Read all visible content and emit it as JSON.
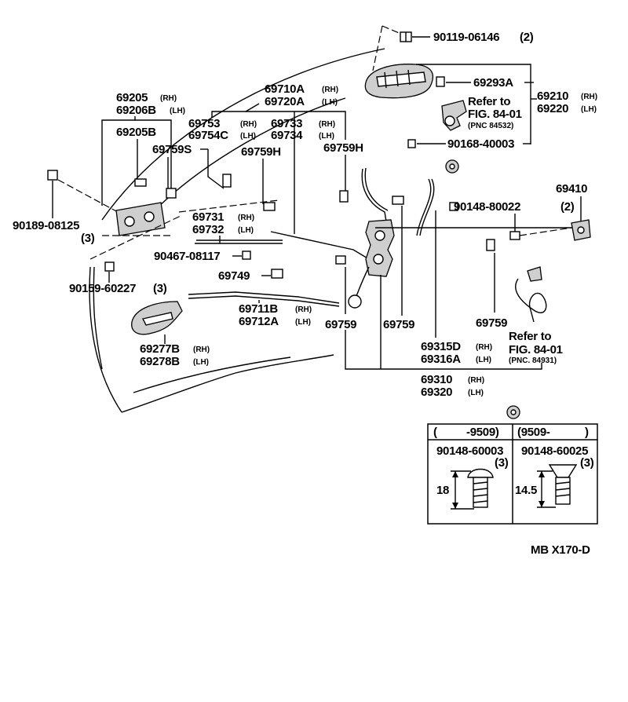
{
  "labels": {
    "p90119": "90119-06146",
    "p90119_qty": "(2)",
    "p69293": "69293A",
    "p69210": "69210",
    "p69210_s": "(RH)",
    "p69220": "69220",
    "p69220_s": "(LH)",
    "refer1_a": "Refer to",
    "refer1_b": "FIG. 84-01",
    "refer1_c": "(PNC 84532)",
    "p90168": "90168-40003",
    "p69710": "69710A",
    "p69710_s": "(RH)",
    "p69720": "69720A",
    "p69720_s": "(LH)",
    "p69205": "69205",
    "p69205_s": "(RH)",
    "p69206": "69206B",
    "p69206_s": "(LH)",
    "p69205B": "69205B",
    "p69753": "69753",
    "p69753_s": "(RH)",
    "p69754": "69754C",
    "p69754_s": "(LH)",
    "p69733": "69733",
    "p69733_s": "(RH)",
    "p69734": "69734",
    "p69734_s": "(LH)",
    "p69759S": "69759S",
    "p69759H_a": "69759H",
    "p69759H_b": "69759H",
    "p69410": "69410",
    "p90148_22": "90148-80022",
    "p90148_22_qty": "(2)",
    "p90189": "90189-08125",
    "p90189_qty": "(3)",
    "p69731": "69731",
    "p69731_s": "(RH)",
    "p69732": "69732",
    "p69732_s": "(LH)",
    "p90467": "90467-08117",
    "p90159": "90159-60227",
    "p90159_qty": "(3)",
    "p69749": "69749",
    "p69711": "69711B",
    "p69711_s": "(RH)",
    "p69712": "69712A",
    "p69712_s": "(LH)",
    "p69759_a": "69759",
    "p69759_b": "69759",
    "p69759_c": "69759",
    "p69277": "69277B",
    "p69277_s": "(RH)",
    "p69278": "69278B",
    "p69278_s": "(LH)",
    "p69315": "69315D",
    "p69315_s": "(RH)",
    "p69316": "69316A",
    "p69316_s": "(LH)",
    "refer2_a": "Refer to",
    "refer2_b": "FIG. 84-01",
    "refer2_c": "(PNC. 84931)",
    "p69310": "69310",
    "p69310_s": "(RH)",
    "p69320": "69320",
    "p69320_s": "(LH)",
    "figure_code": "MB  X170-D"
  },
  "screw_table": {
    "col1_header_open": "(",
    "col1_header": "-9509)",
    "col2_header": "(9509-",
    "col2_header_close": ")",
    "col1_part": "90148-60003",
    "col1_qty": "(3)",
    "col1_dim": "18",
    "col2_part": "90148-60025",
    "col2_qty": "(3)",
    "col2_dim": "14.5"
  },
  "icons": {
    "bolt": "bolt-icon",
    "screw": "screw-icon",
    "clip": "clip-icon",
    "washer_mark": "washer-symbol-icon"
  }
}
